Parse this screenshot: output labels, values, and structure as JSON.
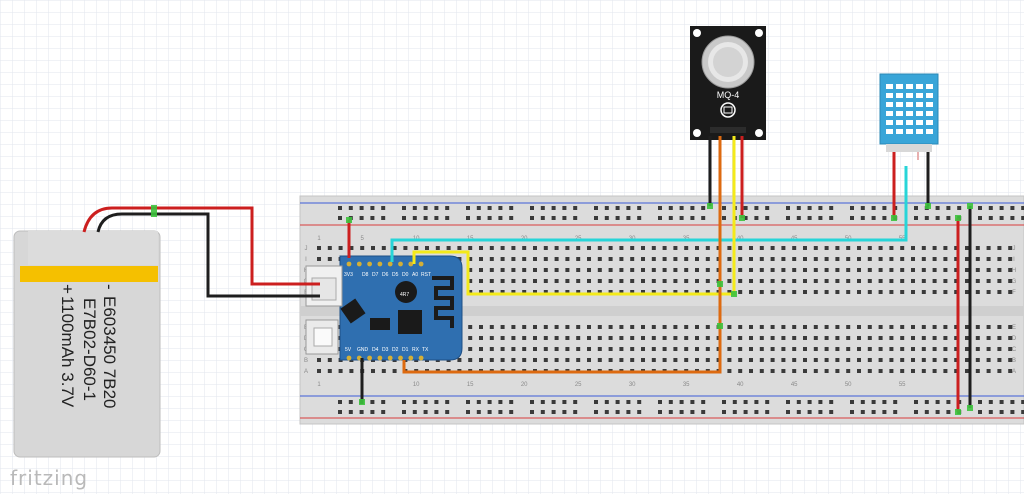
{
  "app": {
    "logo_text": "fritzing"
  },
  "battery": {
    "polarity_minus": "-",
    "polarity_plus": "+",
    "line1": "E603450 7B20",
    "line2": "E7B02-D60-1",
    "line3": "1100mAh 3.7V",
    "body_color": "#d7d7d7",
    "band_color": "#f5c000"
  },
  "gas_sensor": {
    "label": "MQ-4"
  },
  "mcu_board": {
    "top_pins": [
      "3V3",
      "D8",
      "D7",
      "D6",
      "D5",
      "D0",
      "A0",
      "RST"
    ],
    "bottom_pins": [
      "5V",
      "GND",
      "D4",
      "D3",
      "D2",
      "D1",
      "RX",
      "TX"
    ],
    "chip_label": "4R7"
  },
  "breadboard": {
    "column_labels": [
      "1",
      "5",
      "10",
      "15",
      "20",
      "25",
      "30",
      "35",
      "40",
      "45",
      "50",
      "55"
    ],
    "row_labels_top": [
      "J",
      "I",
      "H",
      "G",
      "F"
    ],
    "row_labels_bottom": [
      "E",
      "D",
      "C",
      "B",
      "A"
    ]
  },
  "colors": {
    "wire_red": "#cc1f1f",
    "wire_black": "#1e1e1e",
    "wire_cyan": "#27d5d8",
    "wire_yellow": "#f4ea1a",
    "wire_orange": "#dd6a10",
    "board_blue": "#2f6fb0",
    "dht_blue": "#39a5d8"
  }
}
